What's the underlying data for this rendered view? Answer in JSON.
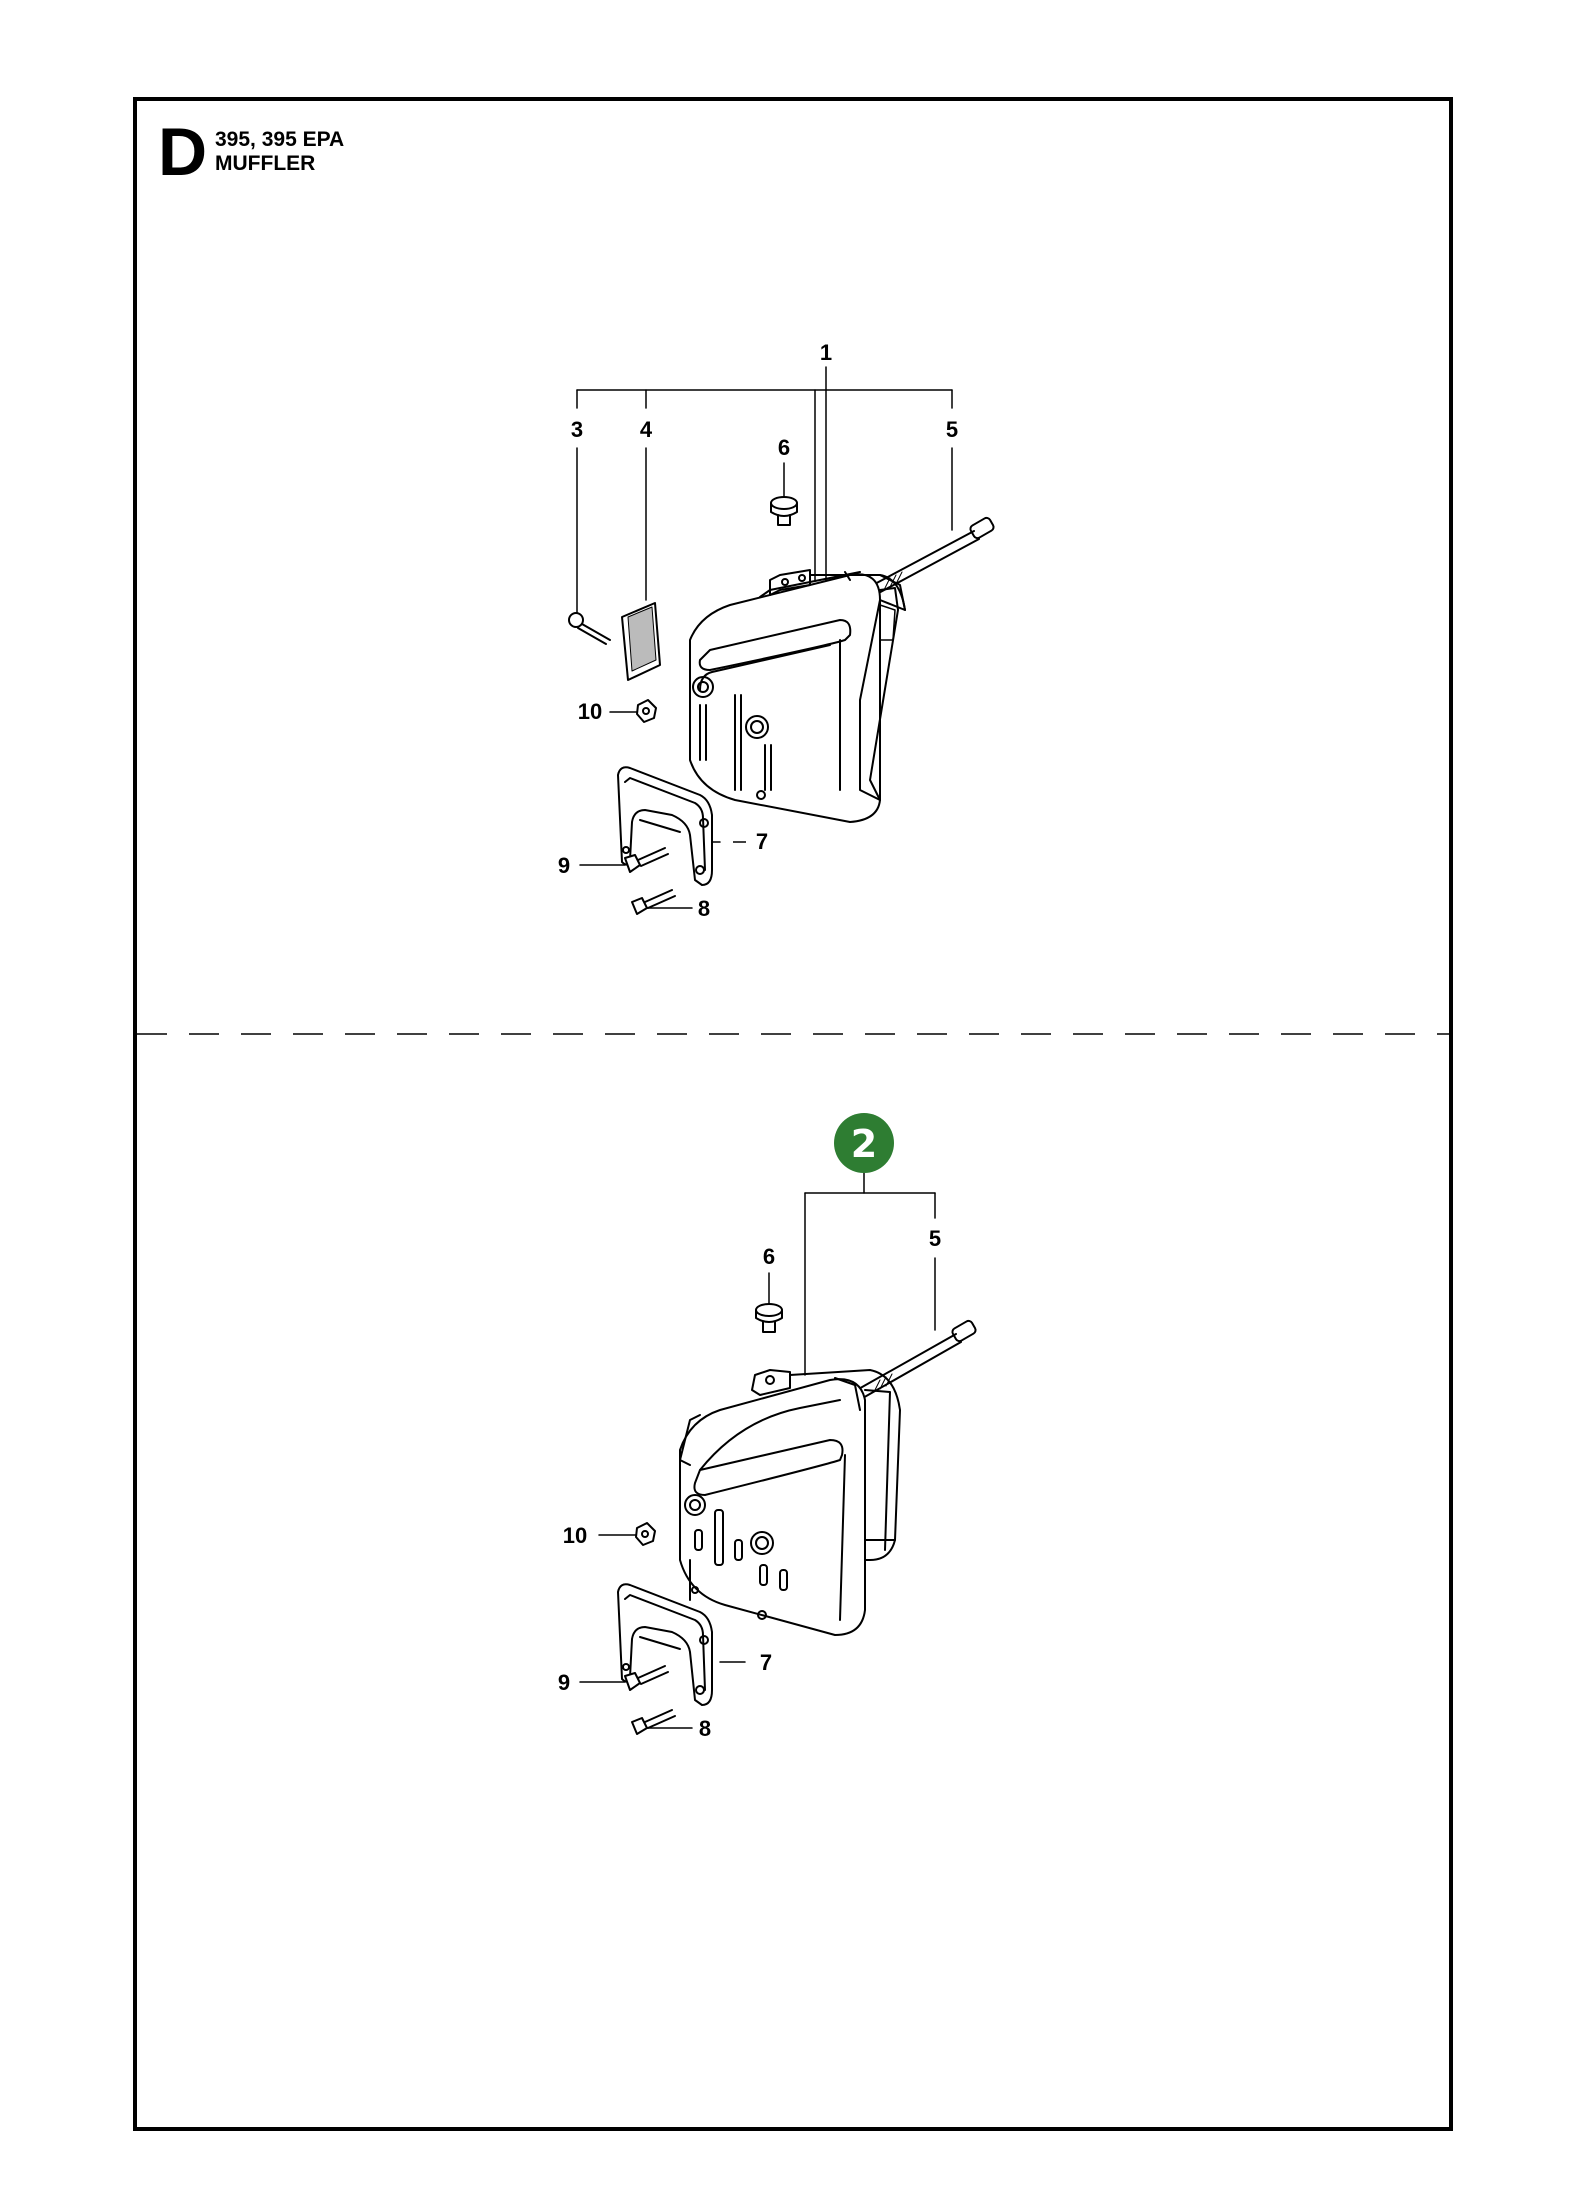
{
  "header": {
    "section_letter": "D",
    "model": "395, 395 EPA",
    "title": "MUFFLER"
  },
  "upper_view": {
    "callouts": {
      "c1": "1",
      "c3": "3",
      "c4": "4",
      "c5": "5",
      "c6": "6",
      "c7": "7",
      "c8": "8",
      "c9": "9",
      "c10": "10"
    }
  },
  "lower_view": {
    "badge": "2",
    "badge_color": "#2e7d32",
    "callouts": {
      "c5": "5",
      "c6": "6",
      "c7": "7",
      "c8": "8",
      "c9": "9",
      "c10": "10"
    }
  },
  "icons": [
    "muffler-body",
    "bolt",
    "screw",
    "spark-arrestor-screen",
    "plug-cap",
    "nut",
    "heat-shield-bracket"
  ]
}
